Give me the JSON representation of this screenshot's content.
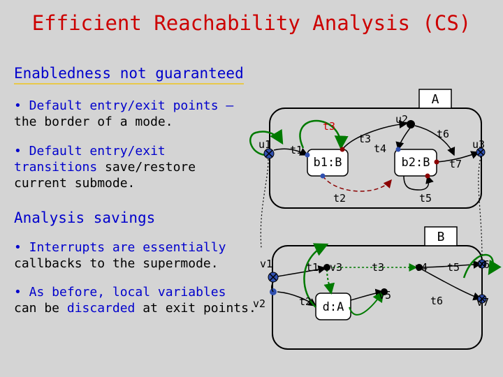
{
  "title": "Efficient Reachability Analysis (CS)",
  "section1": {
    "heading": "Enabledness not guaranteed",
    "bullet1": {
      "line1": "• Default entry/exit points –",
      "line2": "the border of a mode."
    },
    "bullet2": {
      "line1": "• Default entry/exit",
      "line2_highlight": "transitions",
      "line2_rest": " save/restore",
      "line3": "current submode."
    }
  },
  "section2": {
    "heading": "Analysis savings",
    "bullet1": {
      "line1": "• Interrupts are essentially",
      "line2": "callbacks to the supermode."
    },
    "bullet2": {
      "line1": "• As before, local variables",
      "line2_a": "can be ",
      "line2_highlight": "discarded",
      "line2_b": " at exit points."
    }
  },
  "diagram": {
    "modeA": {
      "label": "A",
      "points": {
        "u1": "u1",
        "u2": "u2",
        "u3": "u3"
      },
      "submodes": {
        "b1": "b1:B",
        "b2": "b2:B"
      },
      "transitions": {
        "t1": "t1",
        "t2": "t2",
        "t3": "t3",
        "t4": "t4",
        "t5": "t5",
        "t6": "t6",
        "t7": "t7"
      }
    },
    "modeB": {
      "label": "B",
      "points": {
        "v1": "v1",
        "v2": "v2",
        "v3": "v3",
        "v4": "v4",
        "v5": "v5",
        "v6": "v6",
        "v7": "v7"
      },
      "submodes": {
        "d": "d:A"
      },
      "transitions": {
        "t1": "t1",
        "t2": "t2",
        "t3": "t3",
        "t5": "t5",
        "t6": "t6"
      }
    }
  }
}
